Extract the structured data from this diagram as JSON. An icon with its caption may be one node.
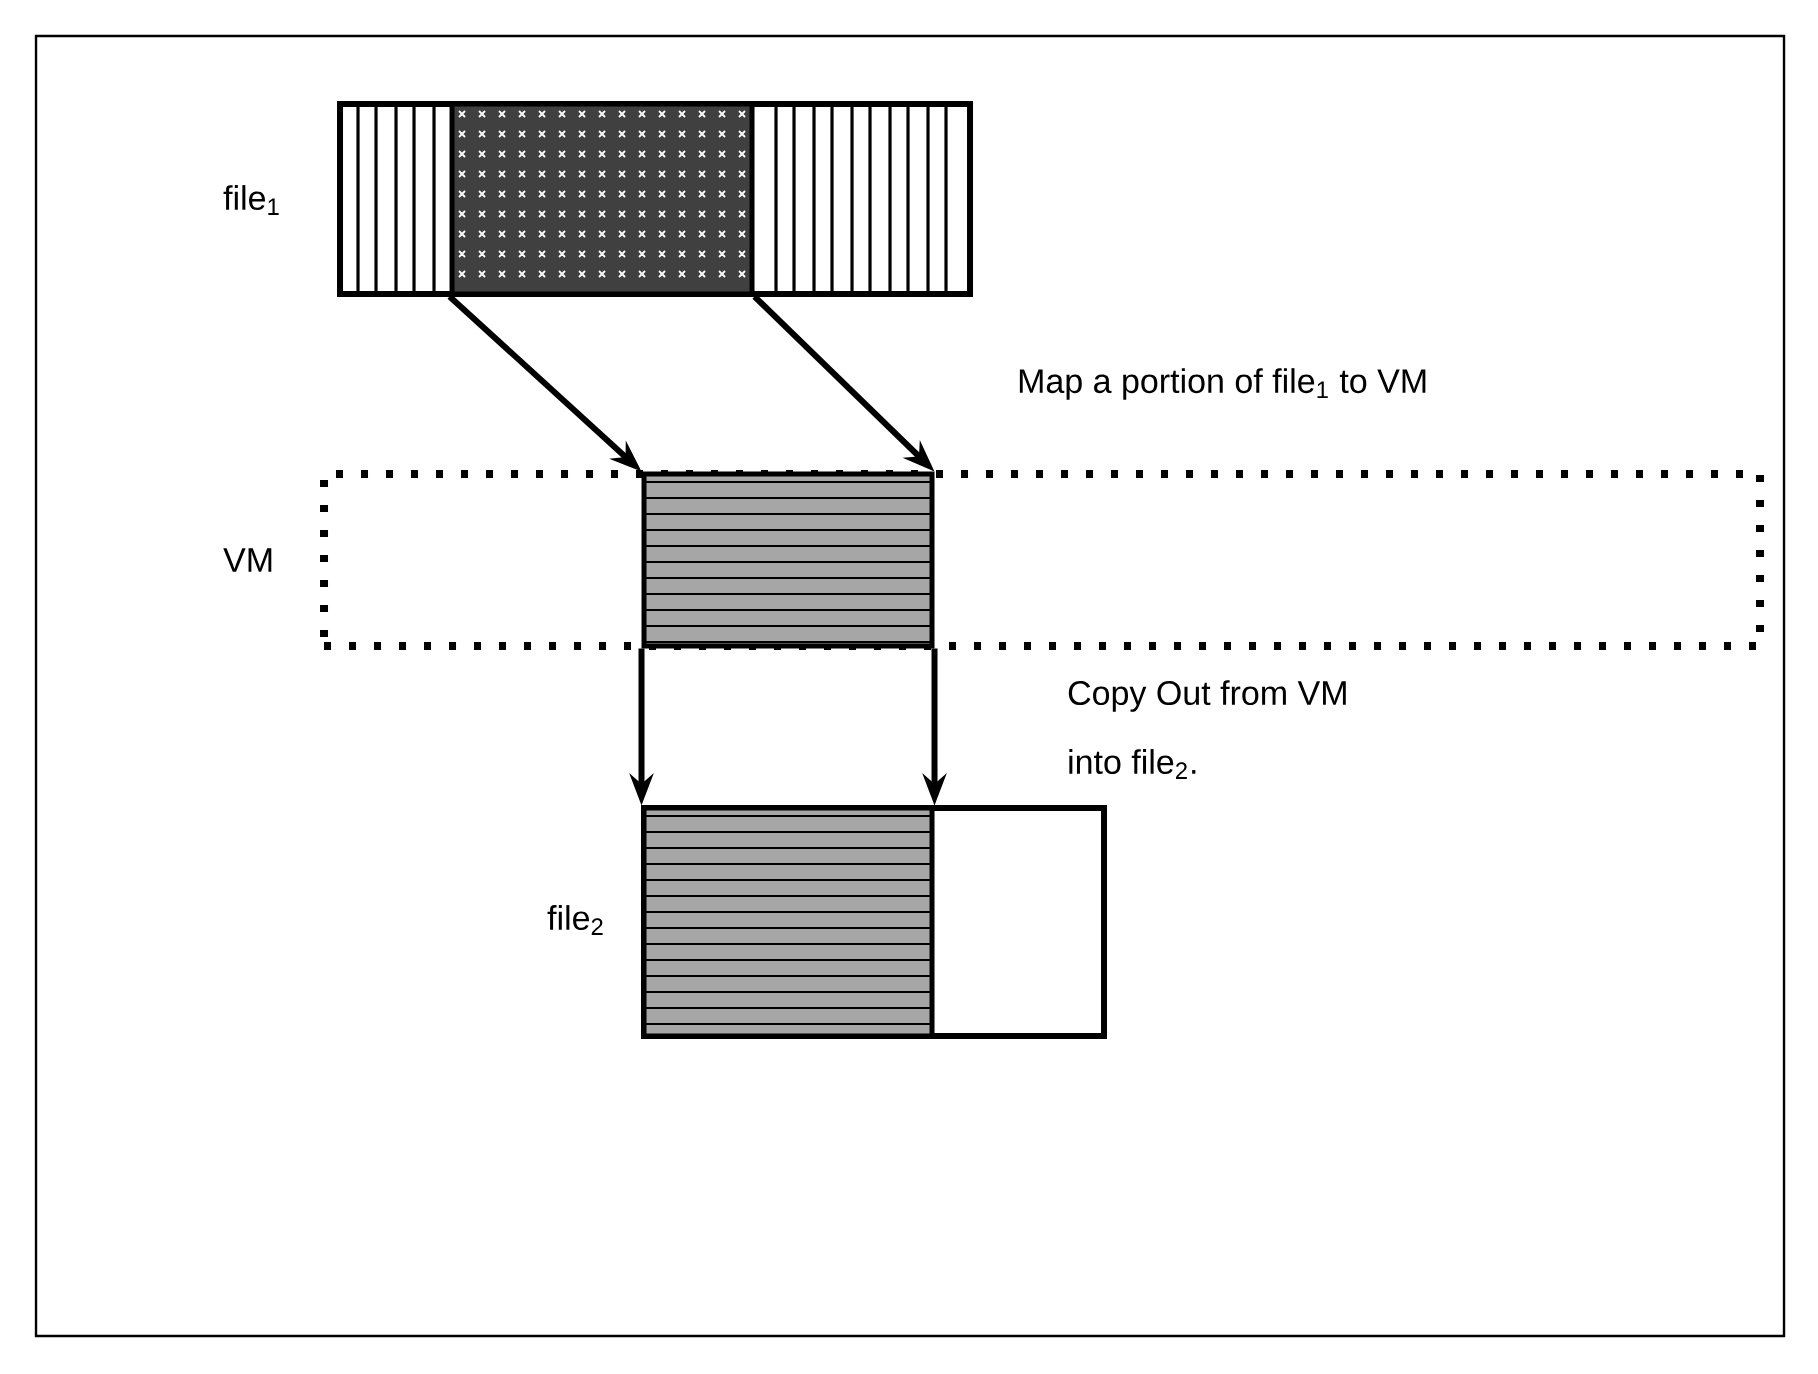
{
  "diagram": {
    "nodes": [
      {
        "text": [
          "file$_{1}$"
        ]
      },
      {
        "text": [],
        "shape": "box",
        "in": 0
      },
      {
        "text": [
          "VM"
        ]
      },
      {
        "text": [],
        "shape": "box",
        "in": 2
      },
      {
        "text": [
          "file$_{2}$"
        ]
      },
      {
        "text": [],
        "shape": "box",
        "in": 4
      }
    ],
    "edges": [
      {
        "from": 1,
        "to": 3,
        "arrow": "to"
      },
      {
        "from": 1,
        "to": 3,
        "arrow": "to"
      },
      {
        "from": 3,
        "to": 5,
        "arrow": "to"
      },
      {
        "from": 3,
        "to": 5,
        "arrow": "to"
      }
    ],
    "labels": [
      "Map a portion of file$_{1}$ to VM",
      "Copy Out from VM",
      "into file$_{2}$."
    ]
  }
}
